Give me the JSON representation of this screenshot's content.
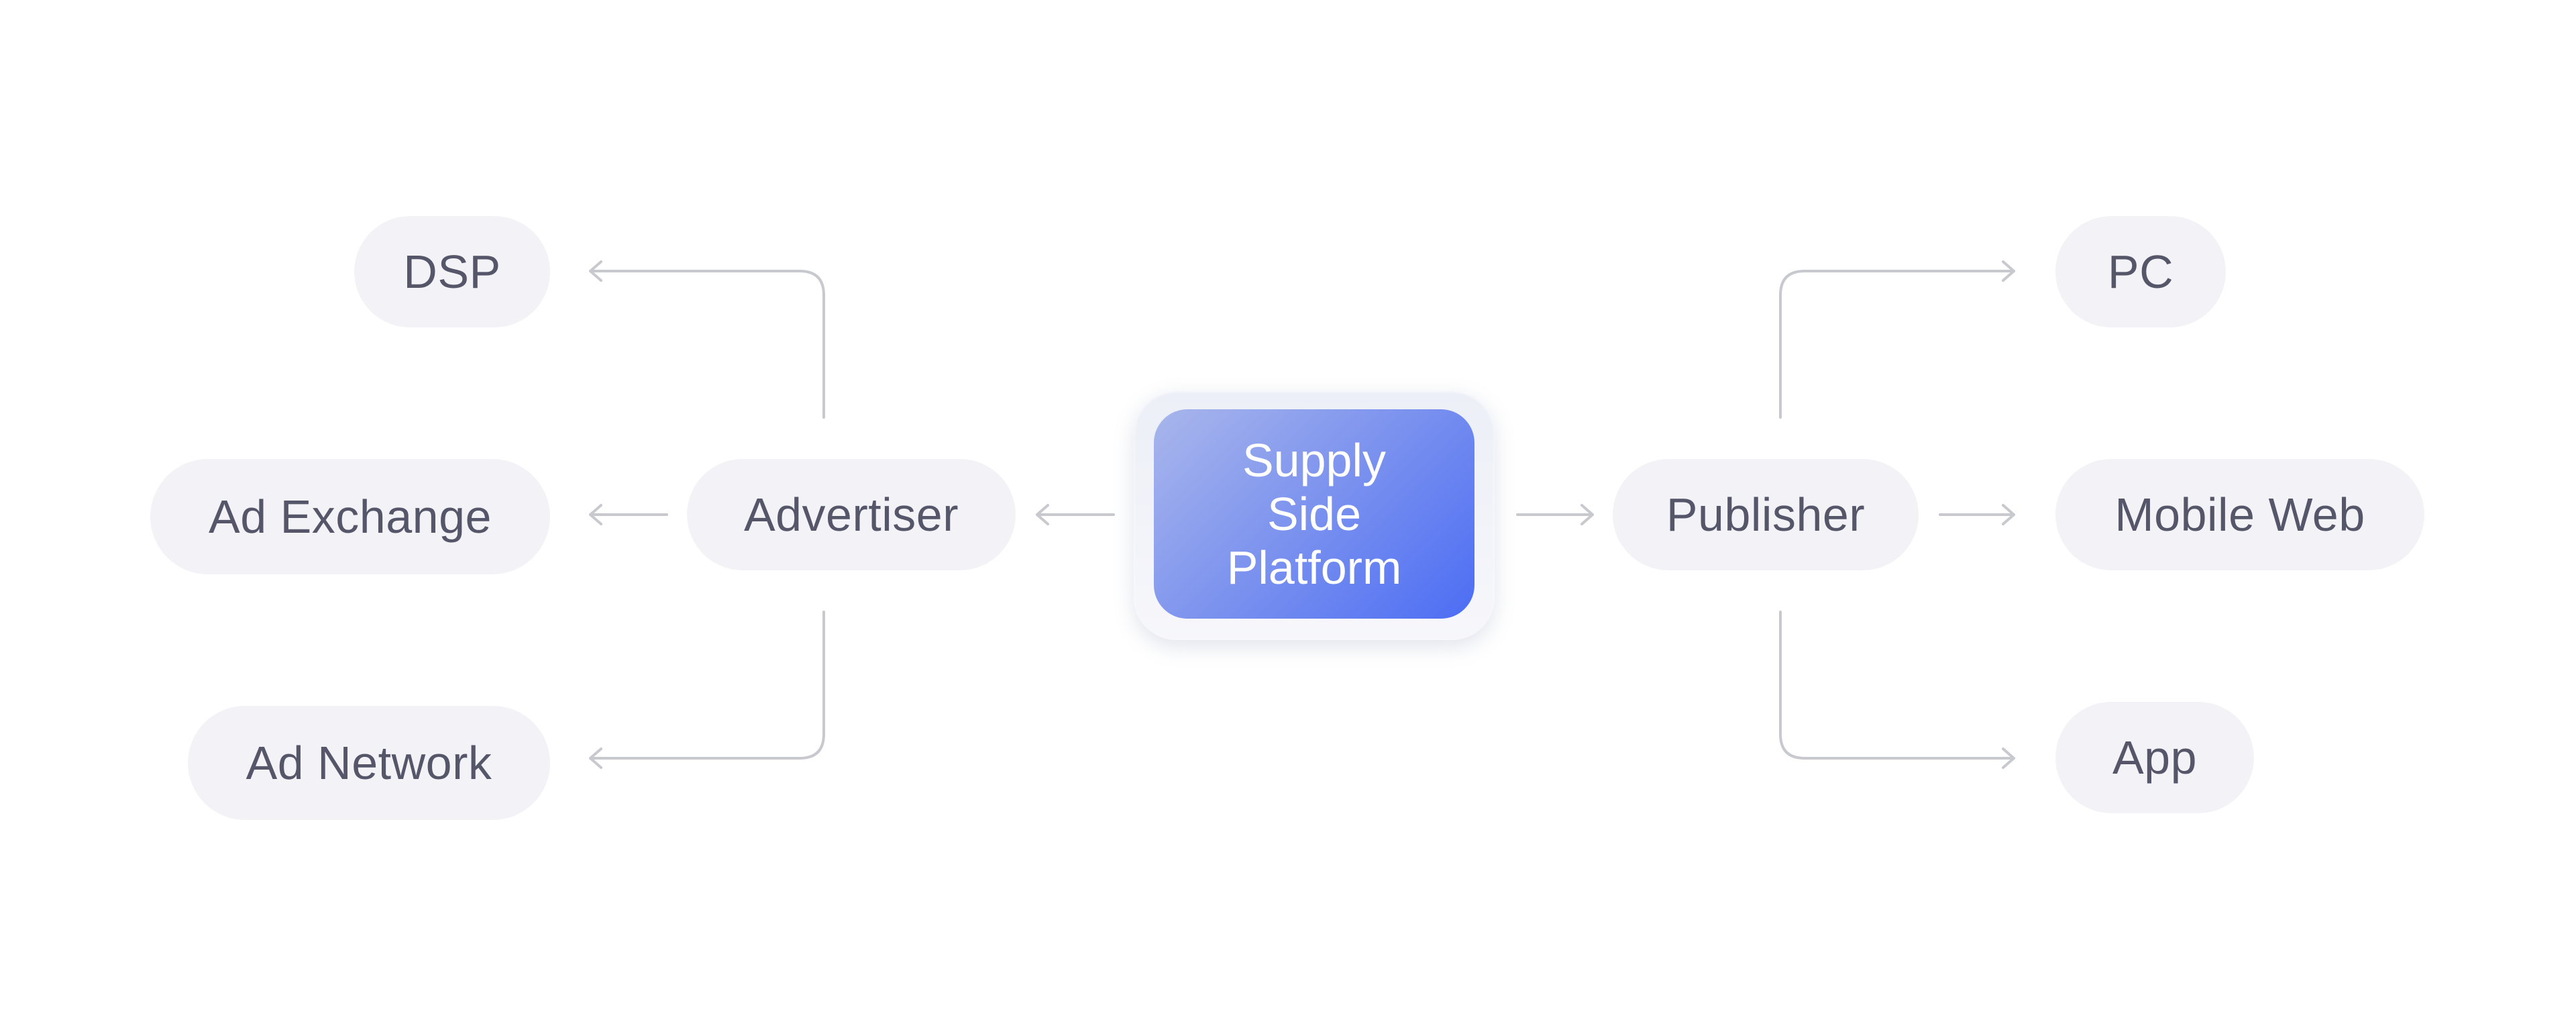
{
  "diagram": {
    "center": {
      "line1": "Supply",
      "line2": "Side",
      "line3": "Platform"
    },
    "left_hub": "Advertiser",
    "right_hub": "Publisher",
    "left_nodes": [
      "DSP",
      "Ad Exchange",
      "Ad Network"
    ],
    "right_nodes": [
      "PC",
      "Mobile Web",
      "App"
    ]
  },
  "colors": {
    "node_fill": "#f3f3f7",
    "node_text": "#55566a",
    "connector": "#c8c8cf",
    "center_gradient_start": "#a9b6ec",
    "center_gradient_end": "#4c6df4",
    "center_text": "#ffffff"
  }
}
